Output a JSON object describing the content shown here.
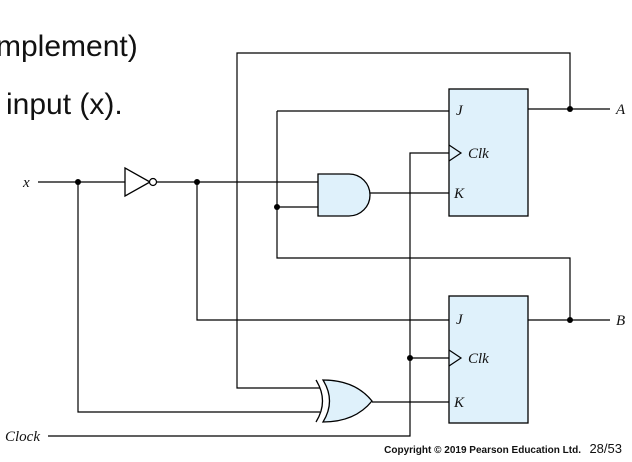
{
  "slide": {
    "line1": "mplement)",
    "line2": "input (x).",
    "footer_copyright": "Copyright © 2019 Pearson Education Ltd.",
    "page_number": "28/53"
  },
  "circuit": {
    "input_x": "x",
    "input_clock": "Clock",
    "output_a": "A",
    "output_b": "B",
    "ff_top": {
      "j": "J",
      "clk": "Clk",
      "k": "K"
    },
    "ff_bottom": {
      "j": "J",
      "clk": "Clk",
      "k": "K"
    }
  }
}
